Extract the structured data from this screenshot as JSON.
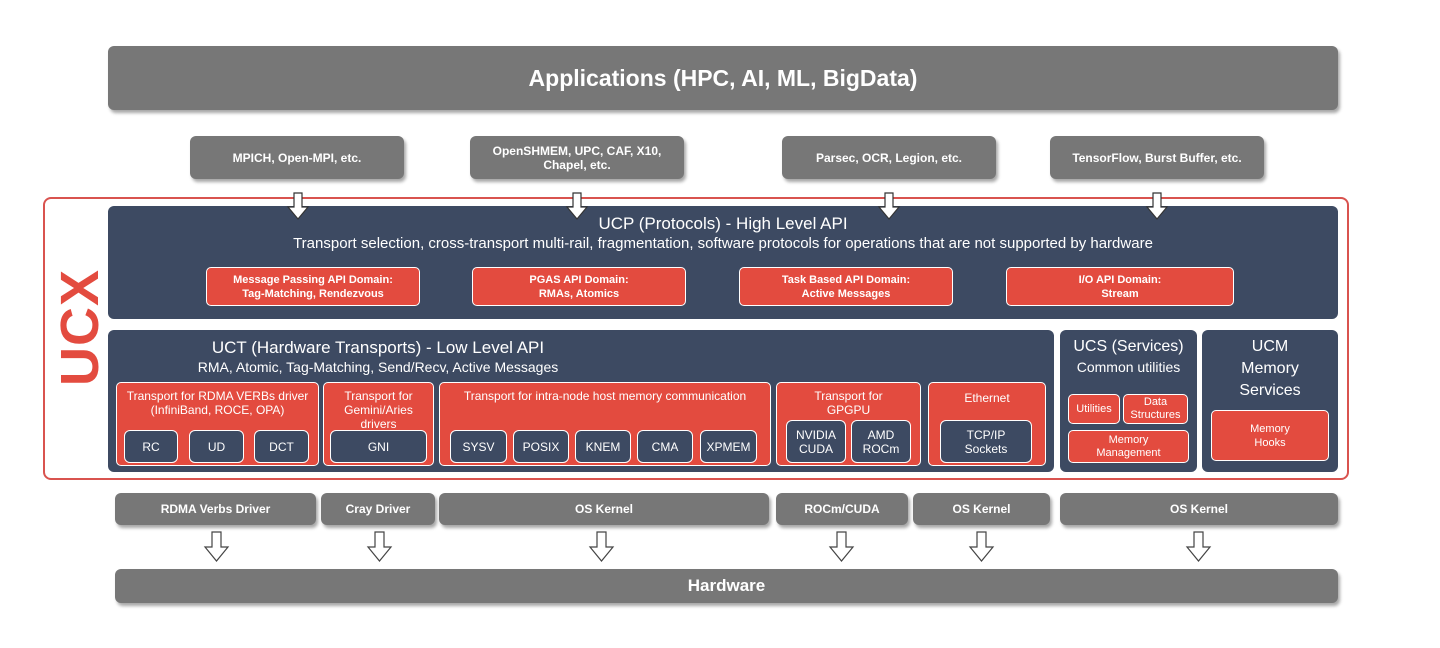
{
  "applications": "Applications (HPC, AI, ML, BigData)",
  "frameworks": [
    "MPICH, Open-MPI, etc.",
    "OpenSHMEM, UPC, CAF, X10, Chapel, etc.",
    "Parsec, OCR, Legion, etc.",
    "TensorFlow, Burst Buffer, etc."
  ],
  "ucx_label": "UCX",
  "ucp": {
    "title": "UCP (Protocols) - High Level API",
    "subtitle": "Transport selection, cross-transport multi-rail, fragmentation, software protocols for operations that are not supported by hardware",
    "domains": [
      {
        "line1": "Message Passing API Domain:",
        "line2": "Tag-Matching, Rendezvous"
      },
      {
        "line1": "PGAS API Domain:",
        "line2": "RMAs, Atomics"
      },
      {
        "line1": "Task Based API Domain:",
        "line2": "Active Messages"
      },
      {
        "line1": "I/O API Domain:",
        "line2": "Stream"
      }
    ]
  },
  "uct": {
    "title": "UCT (Hardware Transports) - Low Level API",
    "subtitle": "RMA, Atomic, Tag-Matching, Send/Recv, Active Messages",
    "rdma": {
      "title1": "Transport for RDMA VERBs driver",
      "title2": "(InfiniBand, ROCE, OPA)",
      "items": [
        "RC",
        "UD",
        "DCT"
      ]
    },
    "gemini": {
      "title1": "Transport for",
      "title2": "Gemini/Aries",
      "title3": "drivers",
      "items": [
        "GNI"
      ]
    },
    "intranode": {
      "title": "Transport for intra-node host memory communication",
      "items": [
        "SYSV",
        "POSIX",
        "KNEM",
        "CMA",
        "XPMEM"
      ]
    },
    "gpgpu": {
      "title1": "Transport for",
      "title2": "GPGPU",
      "items": [
        {
          "line1": "NVIDIA",
          "line2": "CUDA"
        },
        {
          "line1": "AMD",
          "line2": "ROCm"
        }
      ]
    },
    "ethernet": {
      "title": "Ethernet",
      "item": {
        "line1": "TCP/IP",
        "line2": "Sockets"
      }
    }
  },
  "ucs": {
    "title": "UCS (Services)",
    "subtitle": "Common utilities",
    "utilities": "Utilities",
    "data_structures": {
      "line1": "Data",
      "line2": "Structures"
    },
    "memory_management": {
      "line1": "Memory",
      "line2": "Management"
    }
  },
  "ucm": {
    "title1": "UCM",
    "title2": "Memory",
    "title3": "Services",
    "hooks": {
      "line1": "Memory",
      "line2": "Hooks"
    }
  },
  "drivers": [
    "RDMA Verbs Driver",
    "Cray Driver",
    "OS Kernel",
    "ROCm/CUDA",
    "OS Kernel",
    "OS Kernel"
  ],
  "hardware": "Hardware",
  "colors": {
    "grey": "#777777",
    "navy": "#3d4a62",
    "red": "#e34b3f",
    "ucx_border": "#d9534f"
  }
}
